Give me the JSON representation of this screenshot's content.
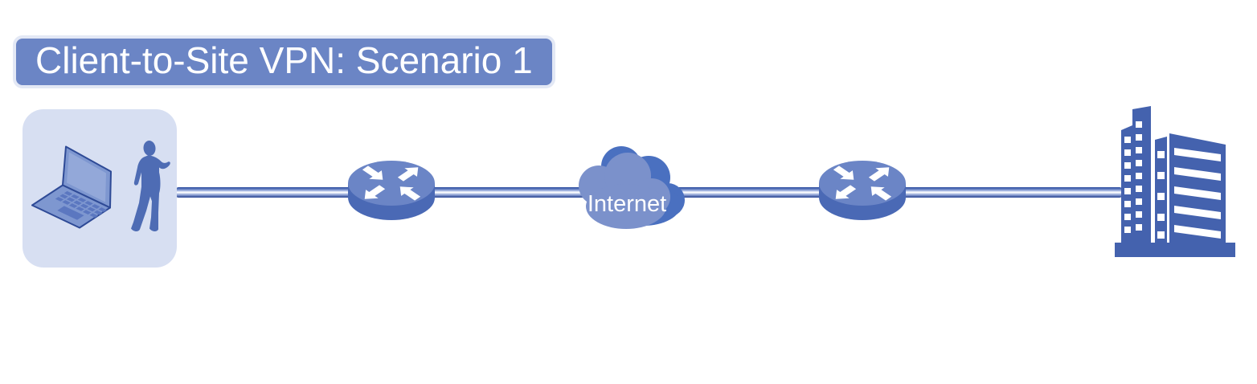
{
  "title": {
    "label": "Client-to-Site VPN: Scenario 1"
  },
  "diagram": {
    "internet_label": "Internet",
    "nodes": [
      {
        "id": "vpn-client",
        "icon": "laptop-user-icon"
      },
      {
        "id": "router-1",
        "icon": "router-icon"
      },
      {
        "id": "internet-cloud",
        "icon": "cloud-icon",
        "label": "Internet"
      },
      {
        "id": "router-2",
        "icon": "router-icon"
      },
      {
        "id": "site-building",
        "icon": "office-building-icon"
      }
    ]
  },
  "colors": {
    "title_fill": "#6B85C5",
    "title_border": "#E3E8F5",
    "title_text": "#FFFFFF",
    "client_box_fill": "#D7DFF2",
    "silhouette": "#4E6CB4",
    "laptop_body": "#7E97D0",
    "laptop_screen": "#93A8D9",
    "laptop_keys": "#5B77C0",
    "laptop_outline": "#2E4A96",
    "router_top": "#6B85C6",
    "router_side": "#4A69B5",
    "router_arrow": "#FFFFFF",
    "cloud_back": "#4A70C0",
    "cloud_front": "#7B91CB",
    "cloud_text": "#FFFFFF",
    "building": "#4462AE",
    "building_window": "#FFFFFF",
    "pipe_dark": "#31509F",
    "pipe_mid": "#7D92CC",
    "pipe_light": "#FFFFFF"
  }
}
